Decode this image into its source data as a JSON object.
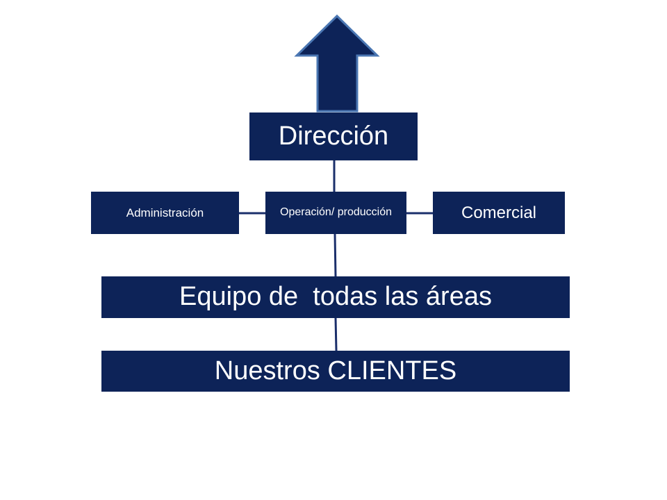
{
  "diagram": {
    "top_box": {
      "label": "Dirección"
    },
    "middle_row": {
      "left": {
        "label": "Administración"
      },
      "center": {
        "label": "Operación/ producción"
      },
      "right": {
        "label": "Comercial"
      }
    },
    "team_bar": {
      "label": "Equipo de  todas las áreas"
    },
    "clients_bar": {
      "label": "Nuestros CLIENTES"
    },
    "colors": {
      "box_fill": "#0d2358",
      "arrow_fill": "#0d2358",
      "arrow_outline": "#4a76b2",
      "connector": "#1b2f6b",
      "text": "#ffffff"
    }
  }
}
